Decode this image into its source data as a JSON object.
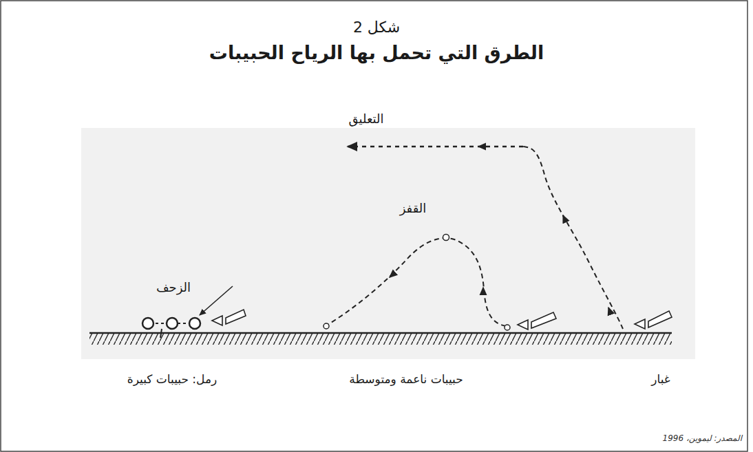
{
  "diagram": {
    "title": "الطرق التي تحمل بها الرياح الحبيبات",
    "caption": "المصدر: ليموين، 1996",
    "labels": [
      "شكل 2",
      "التعليق",
      "القفز",
      "الزحف",
      "رمل: حبيبات كبيرة",
      "حبيبات ناعمة ومتوسطة",
      "غبار"
    ]
  }
}
